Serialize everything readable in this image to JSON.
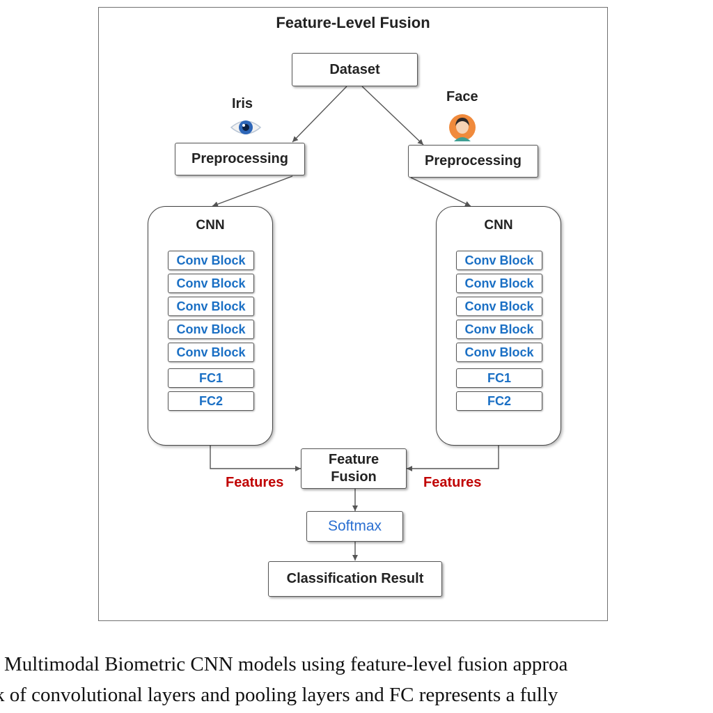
{
  "title": "Feature-Level Fusion",
  "dataset": "Dataset",
  "iris": {
    "label": "Iris",
    "preprocessing": "Preprocessing"
  },
  "face": {
    "label": "Face",
    "preprocessing": "Preprocessing"
  },
  "cnn_left": {
    "label": "CNN",
    "layers": [
      "Conv Block",
      "Conv Block",
      "Conv Block",
      "Conv Block",
      "Conv Block",
      "FC1",
      "FC2"
    ]
  },
  "cnn_right": {
    "label": "CNN",
    "layers": [
      "Conv Block",
      "Conv Block",
      "Conv Block",
      "Conv Block",
      "Conv Block",
      "FC1",
      "FC2"
    ]
  },
  "features_left": "Features",
  "features_right": "Features",
  "fusion": {
    "line1": "Feature",
    "line2": "Fusion"
  },
  "softmax": "Softmax",
  "result": "Classification Result",
  "caption": {
    "line1": "Multimodal Biometric CNN models using feature-level fusion approa",
    "line2": "k of convolutional layers and pooling layers and FC represents a fully"
  },
  "colors": {
    "layer_text": "#1a6fc4",
    "features_text": "#c00000",
    "softmax_text": "#2a6fd1"
  }
}
